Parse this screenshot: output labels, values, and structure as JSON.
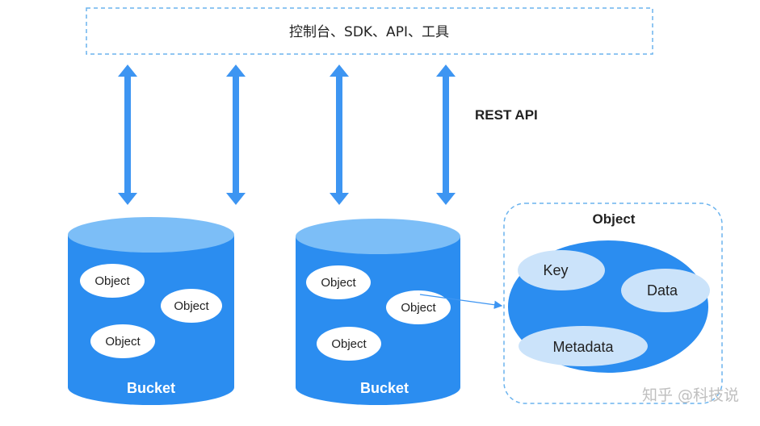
{
  "clients_label": "控制台、SDK、API、工具",
  "protocol_label": "REST API",
  "buckets": [
    {
      "label": "Bucket",
      "objects": [
        "Object",
        "Object",
        "Object"
      ]
    },
    {
      "label": "Bucket",
      "objects": [
        "Object",
        "Object",
        "Object"
      ]
    }
  ],
  "object_detail": {
    "title": "Object",
    "parts": [
      "Key",
      "Data",
      "Metadata"
    ]
  },
  "watermark": "知乎 @科技说",
  "colors": {
    "bucket_body": "#2b8df0",
    "bucket_top": "#7cbef7",
    "arrow": "#3d95f2",
    "dashed_border": "#6cb4ee",
    "object_fill": "#ffffff",
    "part_fill": "#cbe3fa"
  }
}
